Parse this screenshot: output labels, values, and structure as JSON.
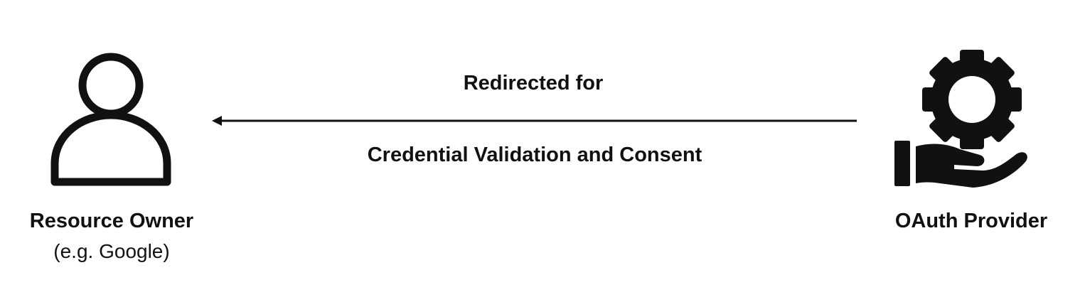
{
  "nodes": {
    "resource_owner": {
      "icon": "person-icon",
      "title": "Resource Owner",
      "subtitle": "(e.g. Google)"
    },
    "oauth_provider": {
      "icon": "gear-hand-icon",
      "title": "OAuth Provider"
    }
  },
  "edge": {
    "direction": "OAuth Provider → Resource Owner",
    "label_line1": "Redirected for",
    "label_line2": "Credential Validation and Consent"
  },
  "colors": {
    "ink": "#111111",
    "background": "#ffffff"
  }
}
